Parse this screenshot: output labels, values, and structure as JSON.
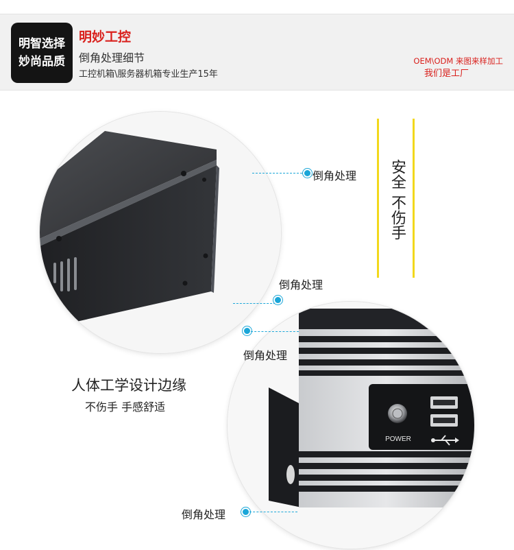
{
  "header": {
    "badge_line1": "明智选择",
    "badge_line2": "妙尚品质",
    "brand": "明妙工控",
    "subtitle": "倒角处理细节",
    "tagline": "工控机箱\\服务器机箱专业生产15年",
    "oem": "OEM\\ODM 来图来样加工",
    "factory": "我们是工厂"
  },
  "callouts": {
    "top_right": "倒角处理",
    "top_mid": "倒角处理",
    "mid_left": "倒角处理",
    "bottom": "倒角处理"
  },
  "slogan": {
    "line1": "安全",
    "line2": "不伤手"
  },
  "ergonomics": {
    "title": "人体工学设计边缘",
    "subtitle": "不伤手 手感舒适"
  },
  "front_panel": {
    "power_label": "POWER"
  },
  "colors": {
    "accent_red": "#d9201c",
    "callout_blue": "#1aa6d8",
    "slogan_bar": "#f2d81b",
    "badge_bg": "#141414"
  }
}
